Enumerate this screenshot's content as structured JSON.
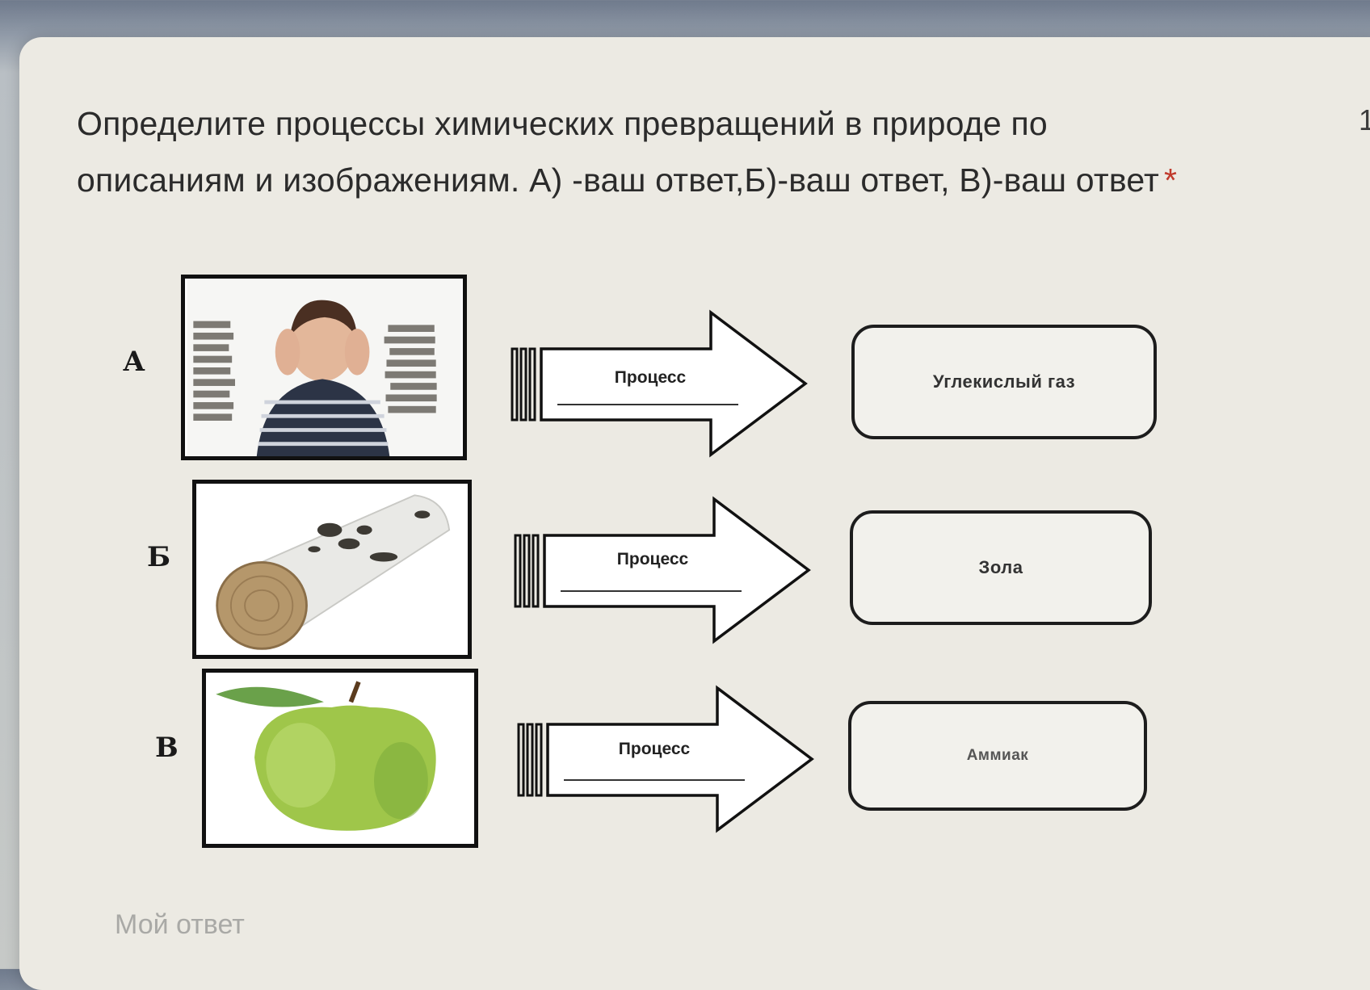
{
  "question": {
    "text_line1": "Определите процессы химических превращений в природе по",
    "text_line2": "описаниям и изображениям. А) -ваш ответ,Б)-ваш ответ, В)-ваш ответ",
    "required_mark": "*",
    "points": "1"
  },
  "rows": [
    {
      "letter": "А",
      "process_label": "Процесс",
      "result": "Углекислый газ",
      "image": "boy-with-books"
    },
    {
      "letter": "Б",
      "process_label": "Процесс",
      "result": "Зола",
      "image": "birch-log"
    },
    {
      "letter": "В",
      "process_label": "Процесс",
      "result": "Аммиак",
      "image": "green-apple"
    }
  ],
  "answer": {
    "placeholder": "Мой ответ"
  }
}
